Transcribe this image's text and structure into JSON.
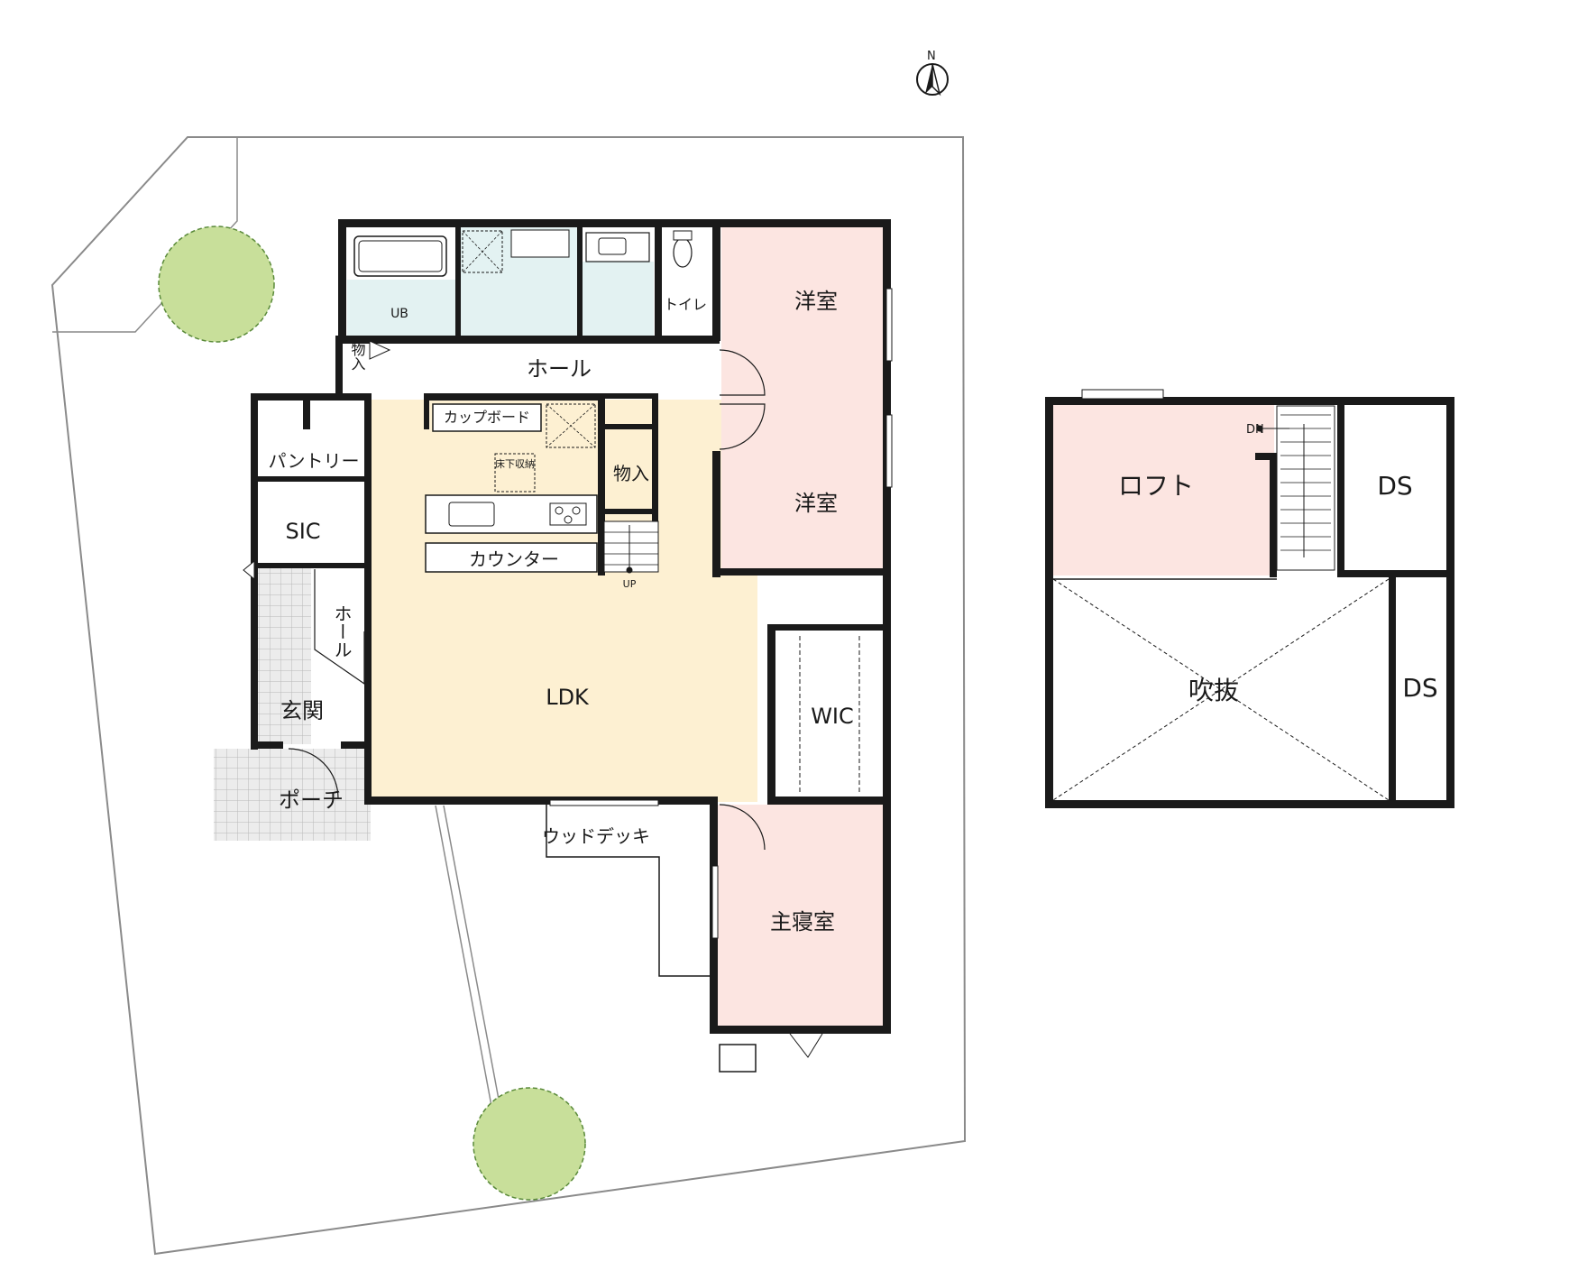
{
  "compass": {
    "north": "N"
  },
  "rooms": {
    "youshitsu1": "洋室",
    "youshitsu2": "洋室",
    "hall": "ホール",
    "ub": "UB",
    "toilet": "トイレ",
    "monoire_hall": "物入",
    "cupboard": "カップボード",
    "underfloor_storage": "床下収納",
    "monoire_kitchen": "物入",
    "pantry": "パントリー",
    "sic": "SIC",
    "entrance_hall": "ホール",
    "counter": "カウンター",
    "up": "UP",
    "ldk": "LDK",
    "genkan": "玄関",
    "porch": "ポーチ",
    "wic": "WIC",
    "wood_deck": "ウッドデッキ",
    "master_bedroom": "主寝室"
  },
  "loft_floor": {
    "loft": "ロフト",
    "dn": "DN",
    "ds_top": "DS",
    "ds_bottom": "DS",
    "fukinuke": "吹抜"
  },
  "colors": {
    "pink": "#fce5e1",
    "cream": "#fdf0d2",
    "aqua": "#e3f2f2",
    "tree": "#c8df9a",
    "tile": "#ececec",
    "wall": "#1a1a1a"
  }
}
